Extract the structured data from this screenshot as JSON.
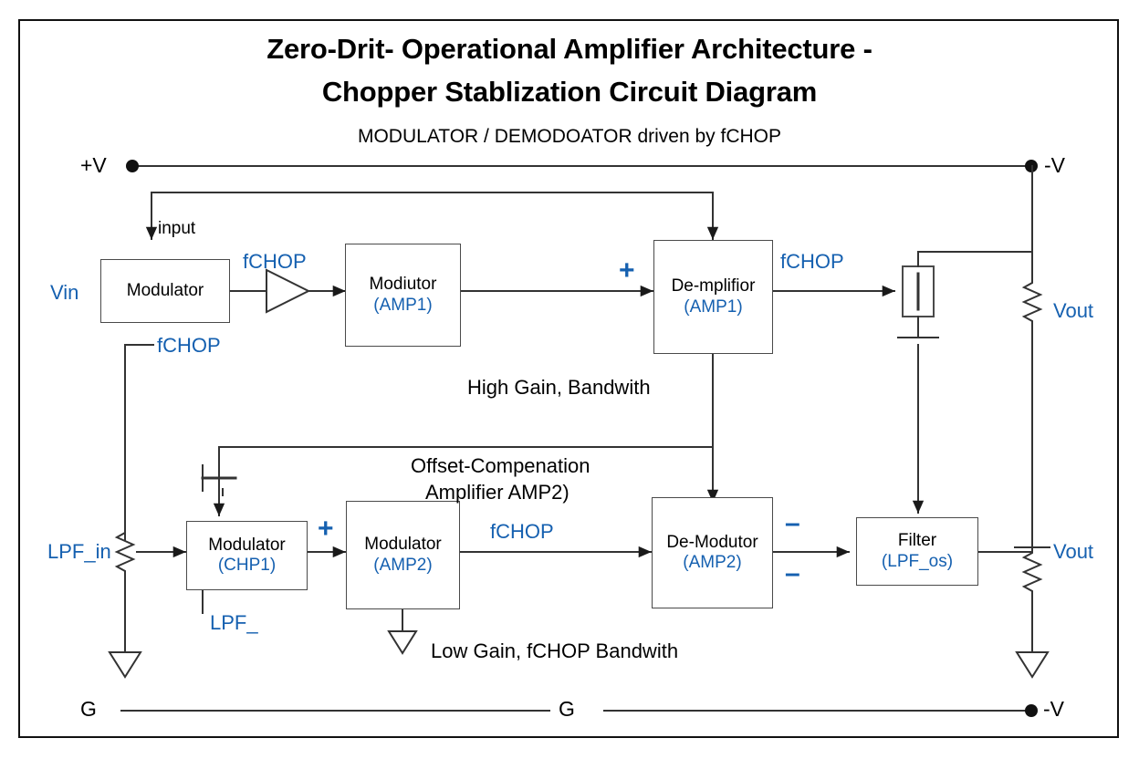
{
  "title": {
    "line1": "Zero-Drit- Operational Amplifier Architecture -",
    "line2": "Chopper Stablization Circuit Diagram",
    "subtitle": "MODULATOR / DEMODOATOR driven by fCHOP"
  },
  "colors": {
    "accent_blue": "#1560b0",
    "wire": "#333333",
    "frame": "#111111",
    "background": "#ffffff"
  },
  "rails": {
    "top_left_terminal": "+V",
    "top_right_terminal": "-V",
    "bottom_left_terminal": "G",
    "bottom_mid_terminal": "G",
    "bottom_right_terminal": "-V"
  },
  "blocks": [
    {
      "id": "modulator_in",
      "name": "Modulator",
      "sub": ""
    },
    {
      "id": "modiutor_amp1",
      "name": "Modiutor",
      "sub": "(AMP1)"
    },
    {
      "id": "demp_amp1",
      "name": "De-mplifior",
      "sub": "(AMP1)"
    },
    {
      "id": "modulator_chp1",
      "name": "Modulator",
      "sub": "(CHP1)"
    },
    {
      "id": "modulator_amp2",
      "name": "Modulator",
      "sub": "(AMP2)"
    },
    {
      "id": "demod_amp2",
      "name": "De-Modutor",
      "sub": "(AMP2)"
    },
    {
      "id": "filter_lpf",
      "name": "Filter",
      "sub": "(LPF_os)"
    }
  ],
  "labels": {
    "vin": "Vin",
    "input": "input",
    "fchop_mod_out": "fCHOP",
    "fchop_mod_bottom": "fCHOP",
    "fchop_demp_out": "fCHOP",
    "fchop_left_branch": "fCHOP",
    "fchop_amp2_out": "fCHOP",
    "vout_top": "Vout",
    "vout_bottom": "Vout",
    "lpf_in": "LPF_in",
    "lpf_under": "LPF_",
    "high_gain": "High Gain, Bandwith",
    "offset_line1": "Offset-Compenation",
    "offset_line2": "Amplifier  AMP2)",
    "low_gain": "Low Gain, fCHOP Bandwith",
    "plus_demp": "+",
    "plus_amp2": "+",
    "minus_top": "–",
    "minus_bottom": "–"
  },
  "icons": {
    "terminal_dot": "filled-circle",
    "ground": "triangle-ground",
    "resistor": "zigzag-resistor",
    "capacitor": "parallel-plate-capacitor",
    "amplifier_triangle": "triangle-amp",
    "buffer_box": "rect-with-bar",
    "arrow": "arrowhead"
  }
}
